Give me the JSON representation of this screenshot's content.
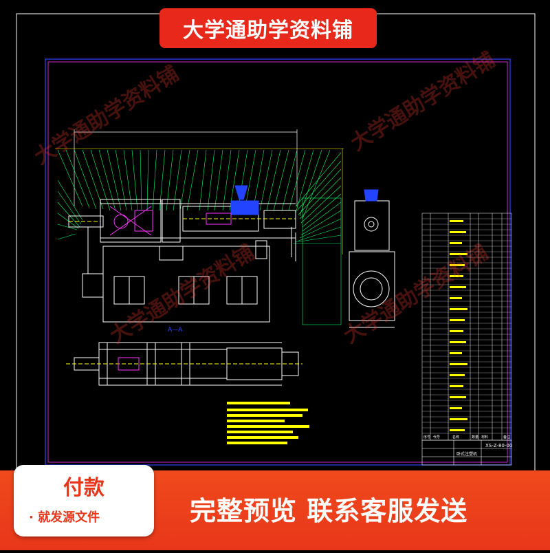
{
  "header": {
    "banner_text": "大学通助学资料铺"
  },
  "watermarks": [
    "大学通助学资料铺",
    "大学通助学资料铺",
    "大学通助学资料铺",
    "大学通助学资料铺"
  ],
  "drawing": {
    "section_label": "A—A",
    "title_block": {
      "drawing_number": "XS-Z-80-00",
      "drawing_name": "卧式注塑机"
    },
    "parts_table_header": [
      "序号",
      "代号",
      "名称",
      "数量",
      "材料",
      "备注"
    ]
  },
  "footer": {
    "pay_title": "付款",
    "pay_sub": "· 就发源文件",
    "promo": "完整预览  联系客服发送"
  },
  "colors": {
    "accent": "#e8361a",
    "cad_green": "#00ff66",
    "cad_yellow": "#ffff00",
    "cad_blue": "#3344ff"
  }
}
